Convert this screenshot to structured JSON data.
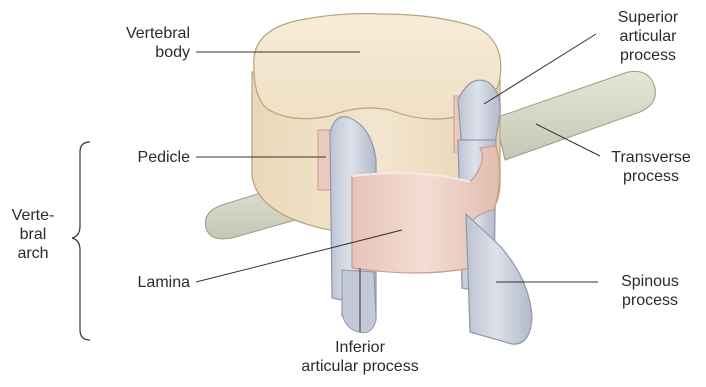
{
  "labels": {
    "vertebral_body": "Vertebral\nbody",
    "superior_articular_process": "Superior\narticular\nprocess",
    "pedicle": "Pedicle",
    "transverse_process": "Transverse\nprocess",
    "vertebral_arch": "Verte-\nbral\narch",
    "lamina": "Lamina",
    "spinous_process": "Spinous\nprocess",
    "inferior_articular_process": "Inferior\narticular process"
  },
  "colors": {
    "vertebral_body": "#f3e6cf",
    "transverse_process": "#d8d8c8",
    "articular_process": "#c7ccd9",
    "lamina": "#f0d2c9",
    "leader_line": "#333333",
    "text": "#2b2b2b"
  }
}
